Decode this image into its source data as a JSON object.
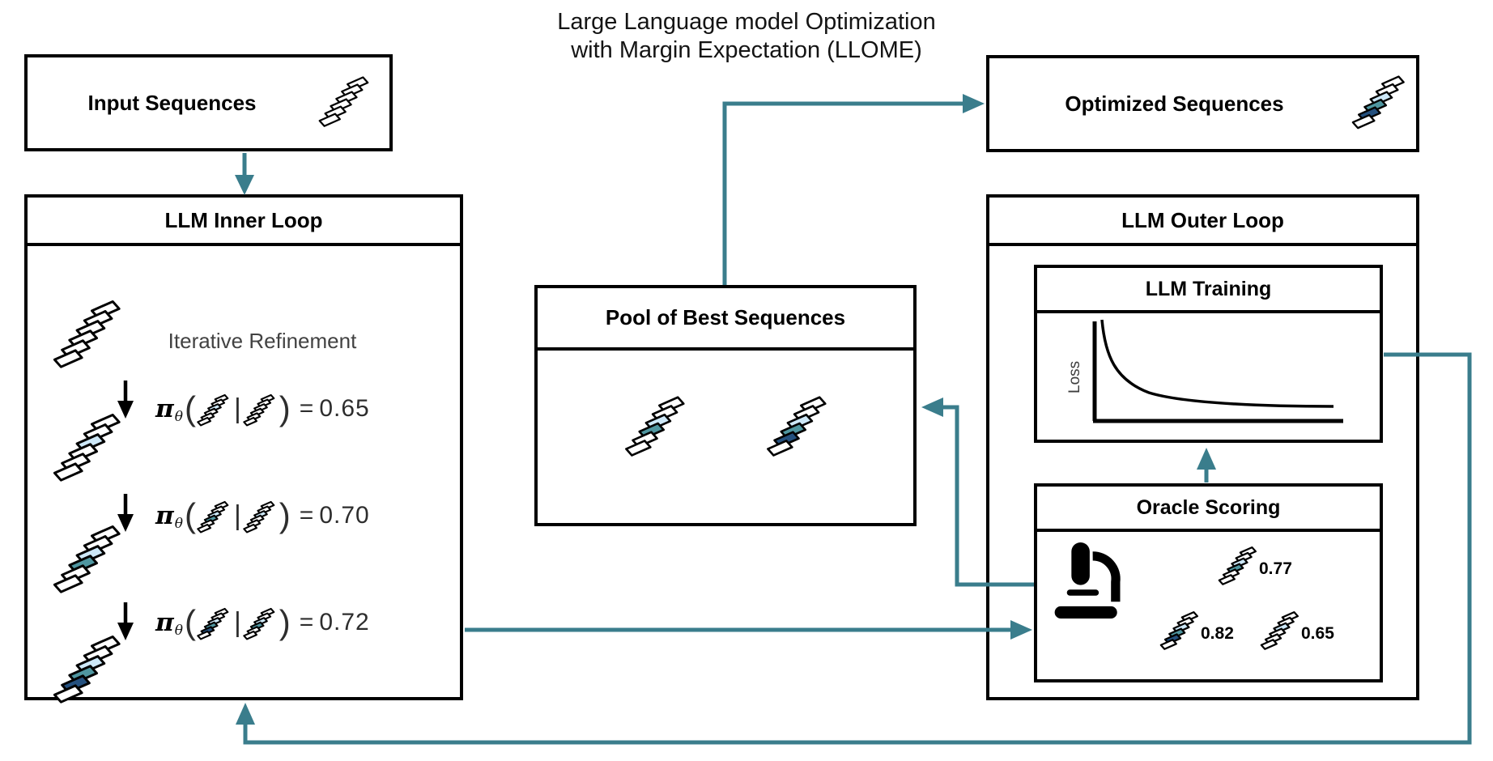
{
  "title": {
    "line1": "Large Language model Optimization",
    "line2": "with Margin Expectation (LLOME)"
  },
  "palette": {
    "arrow_teal": "#3a7d8c",
    "light_blue": "#cde8f8",
    "mid_teal": "#4f96a0",
    "dark_navy": "#24507e",
    "outline": "#000000"
  },
  "input_box": {
    "label": "Input Sequences",
    "helix": [
      "w",
      "w",
      "w",
      "w",
      "w",
      "w"
    ]
  },
  "inner_loop": {
    "label": "LLM Inner Loop",
    "subtitle": "Iterative Refinement",
    "chain": [
      [
        "w",
        "w",
        "w",
        "w",
        "w",
        "w"
      ],
      [
        "w",
        "w",
        "w",
        "lb",
        "w",
        "w"
      ],
      [
        "w",
        "w",
        "t",
        "lb",
        "w",
        "w"
      ],
      [
        "w",
        "n",
        "t",
        "lb",
        "w",
        "w"
      ]
    ],
    "formula_symbols": {
      "pi": "π",
      "theta": "θ",
      "open": "(",
      "bar": "|",
      "close": ")",
      "equals": "="
    },
    "iterations": [
      {
        "value": "0.65",
        "output": [
          "w",
          "w",
          "w",
          "lb",
          "w",
          "w"
        ],
        "given": [
          "w",
          "w",
          "w",
          "w",
          "w",
          "w"
        ]
      },
      {
        "value": "0.70",
        "output": [
          "w",
          "w",
          "t",
          "lb",
          "w",
          "w"
        ],
        "given": [
          "w",
          "w",
          "w",
          "lb",
          "w",
          "w"
        ]
      },
      {
        "value": "0.72",
        "output": [
          "w",
          "n",
          "t",
          "lb",
          "w",
          "w"
        ],
        "given": [
          "w",
          "w",
          "t",
          "lb",
          "w",
          "w"
        ]
      }
    ]
  },
  "pool": {
    "label": "Pool of Best Sequences",
    "helices": [
      [
        "w",
        "w",
        "t",
        "lb",
        "w",
        "w"
      ],
      [
        "w",
        "n",
        "t",
        "lb",
        "w",
        "w"
      ]
    ]
  },
  "optimized_box": {
    "label": "Optimized Sequences",
    "helix": [
      "w",
      "n",
      "t",
      "lb",
      "w",
      "w"
    ]
  },
  "outer_loop": {
    "label": "LLM Outer Loop",
    "training": {
      "label": "LLM Training",
      "ylabel": "Loss",
      "curve_shape": "decaying-loss-curve"
    },
    "oracle": {
      "label": "Oracle Scoring",
      "scores": [
        {
          "value": "0.77",
          "helix": [
            "w",
            "w",
            "t",
            "lb",
            "w",
            "w"
          ]
        },
        {
          "value": "0.82",
          "helix": [
            "w",
            "n",
            "t",
            "lb",
            "w",
            "w"
          ]
        },
        {
          "value": "0.65",
          "helix": [
            "w",
            "w",
            "w",
            "lb",
            "w",
            "w"
          ]
        }
      ]
    }
  }
}
